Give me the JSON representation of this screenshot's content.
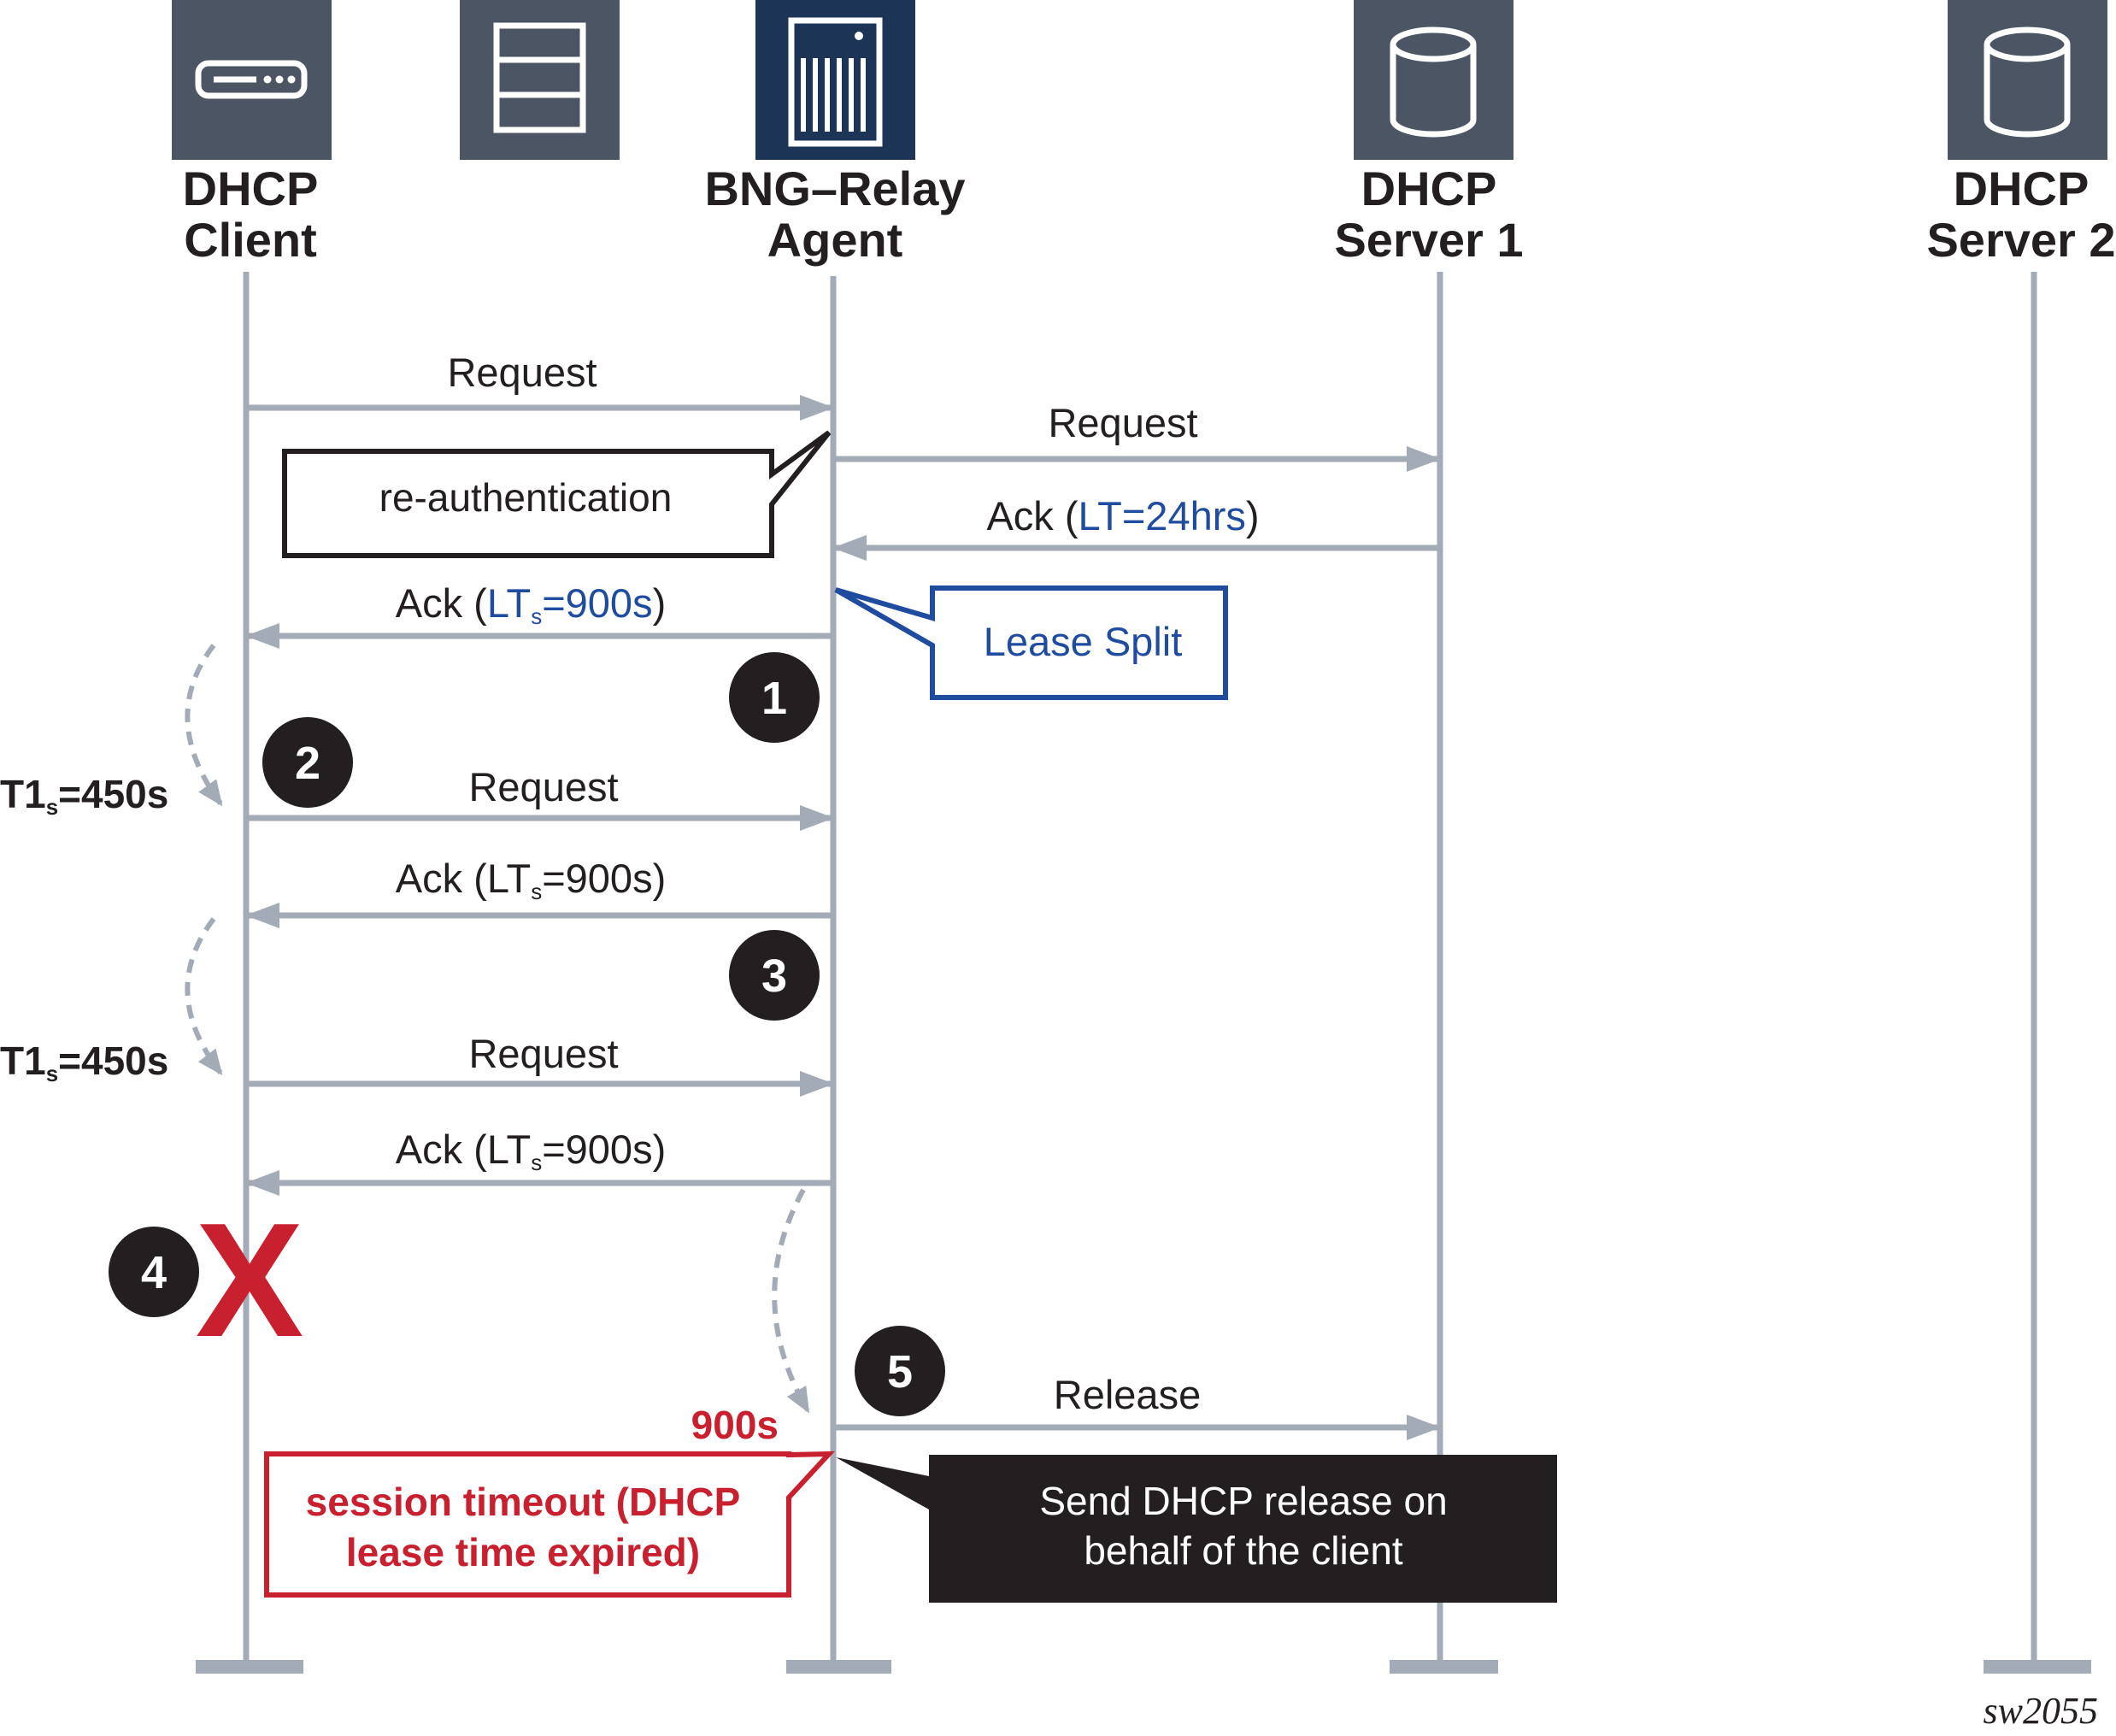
{
  "participants": [
    {
      "id": "client",
      "line1": "DHCP",
      "line2": "Client"
    },
    {
      "id": "switch",
      "line1": "",
      "line2": ""
    },
    {
      "id": "bng",
      "line1": "BNG–Relay",
      "line2": "Agent"
    },
    {
      "id": "server1",
      "line1": "DHCP",
      "line2": "Server 1"
    },
    {
      "id": "server2",
      "line1": "DHCP",
      "line2": "Server 2"
    }
  ],
  "messages": {
    "m1": "Request",
    "m2": "Request",
    "m3": {
      "prefix": "Ack (",
      "value": "LT=24hrs",
      "suffix": ")"
    },
    "m4": {
      "prefix": "Ack (",
      "value": "LT",
      "sub": "s",
      "value2": "=900s",
      "suffix": ")"
    },
    "m5": "Request",
    "m6": {
      "prefix": "Ack (",
      "value": "LT",
      "sub": "s",
      "value2": "=900s",
      "suffix": ")"
    },
    "m7": "Request",
    "m8": {
      "prefix": "Ack (",
      "value": "LT",
      "sub": "s",
      "value2": "=900s",
      "suffix": ")"
    },
    "m9": "Release"
  },
  "callouts": {
    "reauth": "re-authentication",
    "lease_split": "Lease Split",
    "timeout_line1": "session timeout (DHCP",
    "timeout_line2": "lease time expired)",
    "release_line1": "Send DHCP release on",
    "release_line2": "behalf of the client"
  },
  "timers": {
    "t1_a": {
      "main": "T1",
      "sub": "s",
      "rest": "=450s"
    },
    "t1_b": {
      "main": "T1",
      "sub": "s",
      "rest": "=450s"
    },
    "expiry": "900s"
  },
  "steps": [
    "1",
    "2",
    "3",
    "4",
    "5"
  ],
  "failure_mark": "X",
  "figure_id": "sw2055",
  "colors": {
    "lifeline": "#a3abb6",
    "icon_box": "#4b5563",
    "icon_box_active": "#1c3557",
    "blue": "#1f4c9e",
    "red": "#c8202f",
    "dark": "#231f20"
  }
}
